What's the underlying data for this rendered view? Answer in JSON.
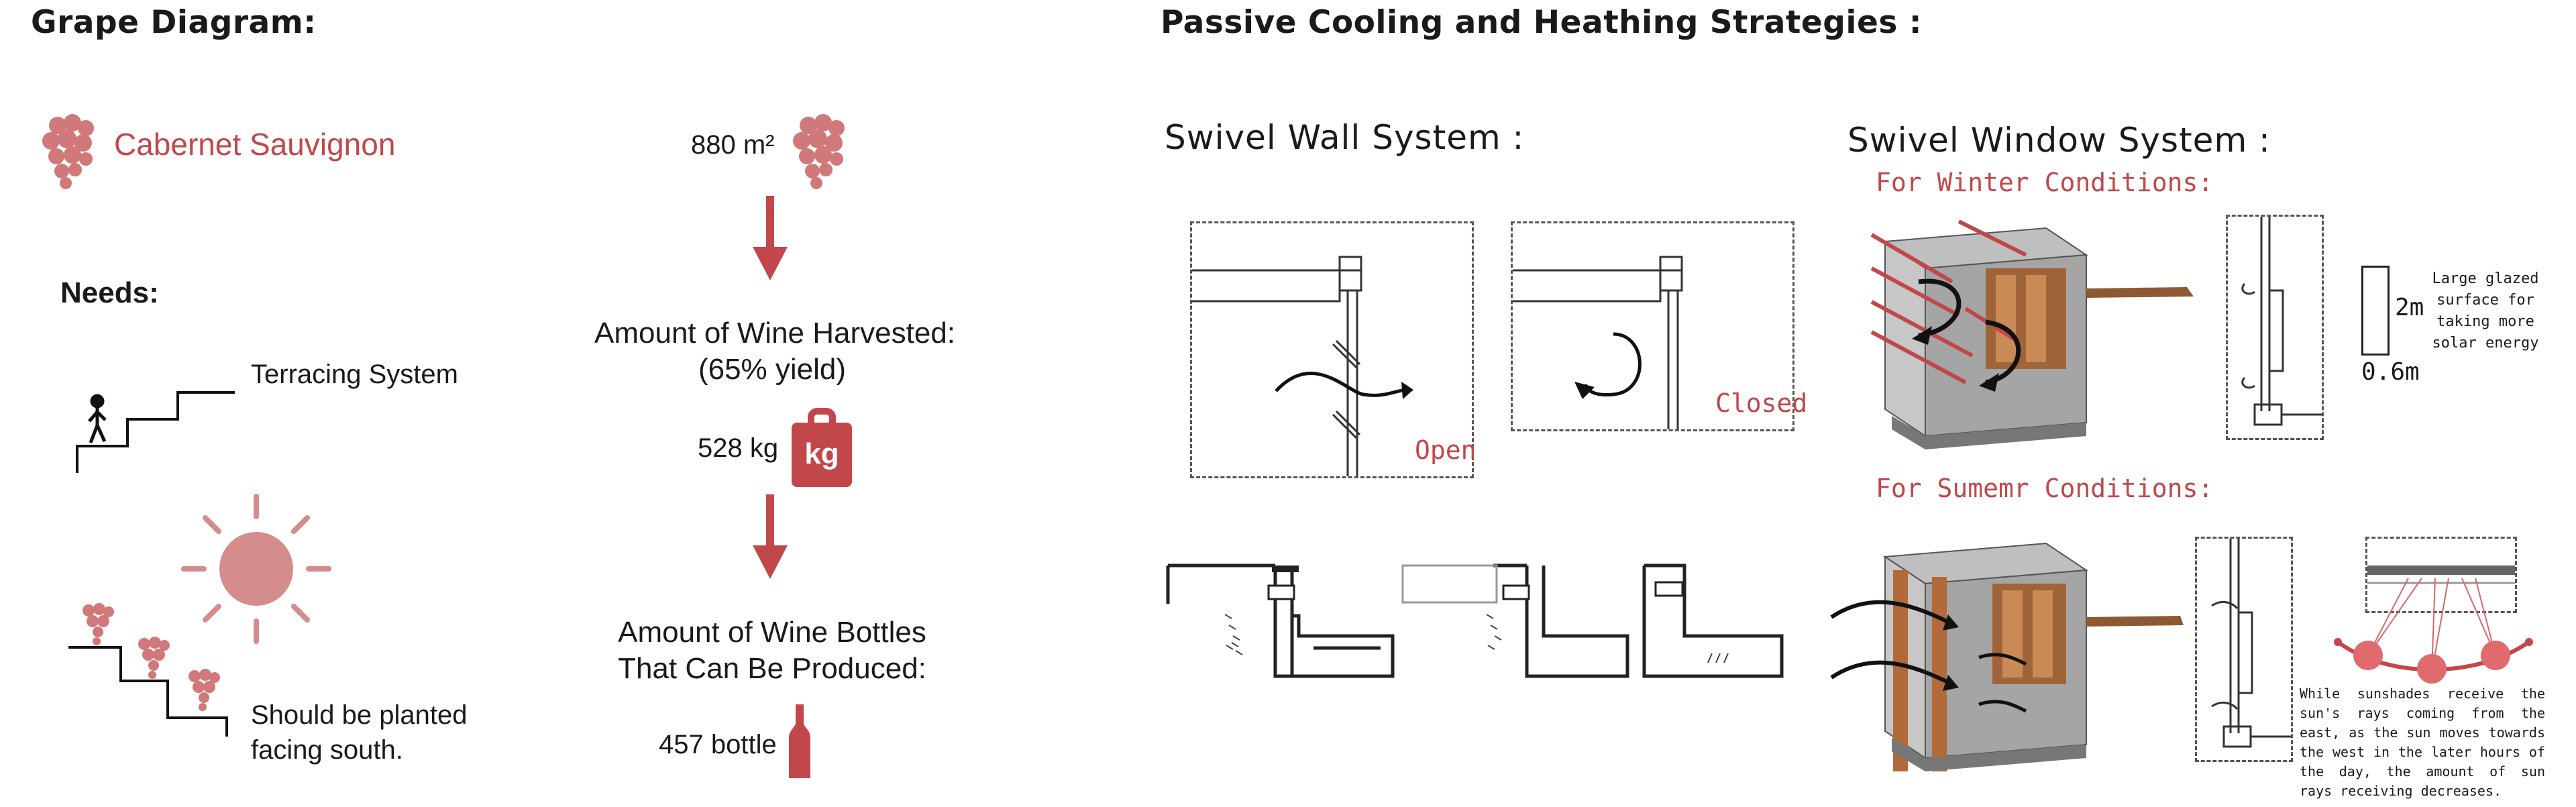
{
  "grape": {
    "title": "Grape Diagram:",
    "variety": "Cabernet Sauvignon",
    "needs_label": "Needs:",
    "terracing": "Terracing System",
    "south_line1": "Should be planted",
    "south_line2": "facing south.",
    "area": "880 m²",
    "harvest_line1": "Amount of Wine Harvested:",
    "harvest_line2": "(65% yield)",
    "harvest_value": "528 kg",
    "kg_badge": "kg",
    "bottles_line1": "Amount of Wine Bottles",
    "bottles_line2": "That Can Be Produced:",
    "bottles_value": "457 bottle"
  },
  "cooling": {
    "title": "Passive Cooling and Heathing Strategies :",
    "wall_title": "Swivel Wall System :",
    "open_label": "Open",
    "closed_label": "Closed",
    "window_title": "Swivel Window System :",
    "winter_label": "For Winter Conditions:",
    "summer_label": "For Sumemr Conditions:",
    "height_label": "2m",
    "width_label": "0.6m",
    "glazed_line1": "Large glazed",
    "glazed_line2": "surface for",
    "glazed_line3": "taking more",
    "glazed_line4": "solar energy",
    "sunshade_note": "While sunshades receive the sun's rays coming from the east, as the sun moves towards the west in the later hours of the day, the amount of sun rays receiving decreases."
  },
  "colors": {
    "accent": "#c2474b",
    "grape": "#d0787a",
    "wood": "#a0643a",
    "concrete": "#8a8a8a"
  },
  "icons": [
    "grape-icon",
    "arrow-down-icon",
    "weight-icon",
    "bottle-icon",
    "person-icon",
    "sun-icon"
  ]
}
